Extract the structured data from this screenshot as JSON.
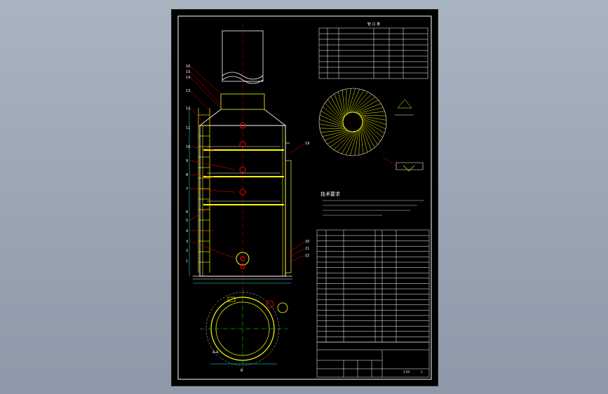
{
  "drawing": {
    "notes_heading": "技术要求",
    "table_header": "管 口 表",
    "section_label": "A-A",
    "view_label": "B",
    "part_labels": [
      "16",
      "15",
      "14",
      "13",
      "12",
      "11",
      "10",
      "9",
      "8",
      "7",
      "6",
      "5",
      "4",
      "3",
      "2",
      "1"
    ],
    "right_labels": [
      "19",
      "20",
      "21",
      "22"
    ],
    "title_block": {
      "sheet_scale": "1:20",
      "sheet_count": "1"
    }
  },
  "colors": {
    "background": "#000000",
    "outline": "#ffffff",
    "shell": "#ffff00",
    "annotation": "#ff0000",
    "center": "#00ff00",
    "dimension": "#00ffff",
    "frame": "#ffffff"
  }
}
